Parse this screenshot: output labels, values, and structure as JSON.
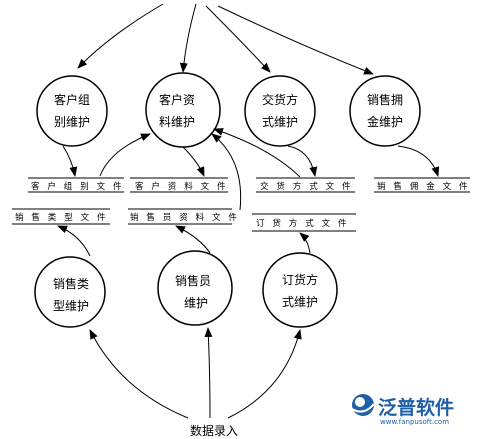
{
  "processes": [
    {
      "id": "customer-group",
      "line1": "客户组",
      "line2": "别维护"
    },
    {
      "id": "customer-info",
      "line1": "客户资",
      "line2": "料维护"
    },
    {
      "id": "delivery-method",
      "line1": "交货方",
      "line2": "式维护"
    },
    {
      "id": "sales-commission",
      "line1": "销售拥",
      "line2": "金维护"
    },
    {
      "id": "sales-type",
      "line1": "销售类",
      "line2": "型维护"
    },
    {
      "id": "salesperson",
      "line1": "销售员",
      "line2": "维护"
    },
    {
      "id": "order-method",
      "line1": "订货方",
      "line2": "式维护"
    }
  ],
  "stores": [
    {
      "id": "customer-group-file",
      "label": "客 户 组 别 文 件"
    },
    {
      "id": "customer-info-file",
      "label": "客 户 资 料 文 件"
    },
    {
      "id": "delivery-method-file",
      "label": "交 货 方 式 文 件"
    },
    {
      "id": "sales-commission-file",
      "label": "销 售 佣 金 文 件"
    },
    {
      "id": "sales-type-file",
      "label": "销 售 类 型 文 件"
    },
    {
      "id": "salesperson-file",
      "label": "销 售 员 资 料 文 件"
    },
    {
      "id": "order-method-file",
      "label": "订 货 方 式 文 件"
    }
  ],
  "source": {
    "label": "数据录入"
  },
  "watermark": {
    "name": "泛普软件",
    "url": "www.fanpusoft.com",
    "color": "#1f5fa8"
  }
}
